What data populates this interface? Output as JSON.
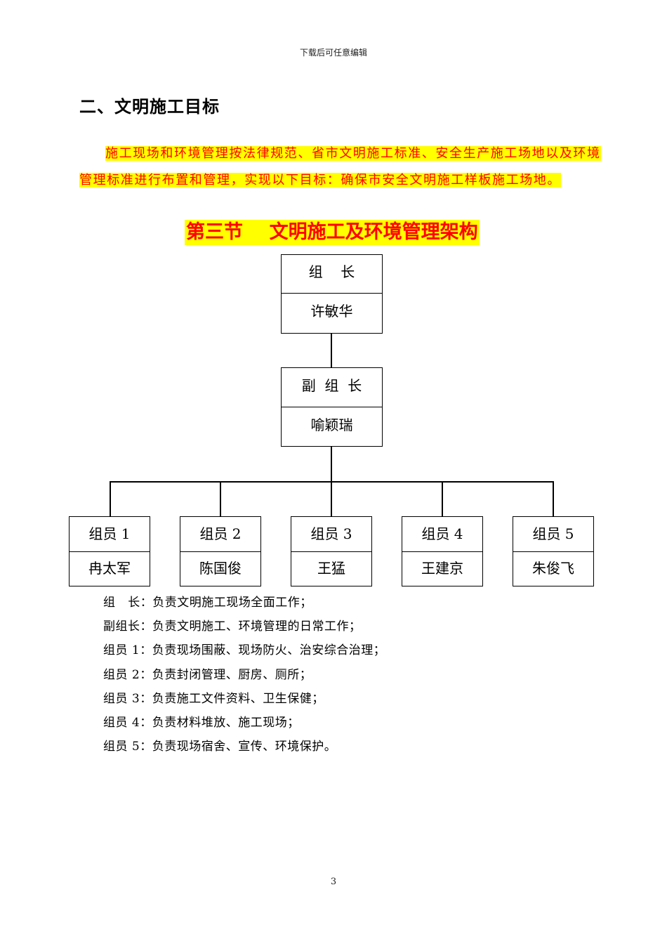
{
  "header": {
    "note": "下载后可任意编辑"
  },
  "section": {
    "heading": "二、文明施工目标"
  },
  "paragraph": {
    "line1": "施工现场和环境管理按法律规范、省市文明施工标准、安全生产施工场地以及环境",
    "line2": "管理标准进行布置和管理，实现以下目标：确保市安全文明施工样板施工场地。",
    "text_color": "#ff0000",
    "highlight_color": "#ffff00"
  },
  "chapter": {
    "title": "第三节    文明施工及环境管理架构"
  },
  "org_chart": {
    "leader": {
      "role": "组    长",
      "name": "许敏华"
    },
    "deputy": {
      "role": "副  组  长",
      "name": "喻颖瑞"
    },
    "members": [
      {
        "role": "组员 1",
        "name": "冉太军"
      },
      {
        "role": "组员 2",
        "name": "陈国俊"
      },
      {
        "role": "组员 3",
        "name": "王猛"
      },
      {
        "role": "组员 4",
        "name": "王建京"
      },
      {
        "role": "组员 5",
        "name": "朱俊飞"
      }
    ]
  },
  "duties": [
    "组   长：负责文明施工现场全面工作；",
    "副组长：负责文明施工、环境管理的日常工作；",
    "组员 1：负责现场围蔽、现场防火、治安综合治理；",
    "组员 2：负责封闭管理、厨房、厕所；",
    "组员 3：负责施工文件资料、卫生保健；",
    "组员 4：负责材料堆放、施工现场；",
    "组员 5：负责现场宿舍、宣传、环境保护。"
  ],
  "footer": {
    "page_number": "3"
  }
}
